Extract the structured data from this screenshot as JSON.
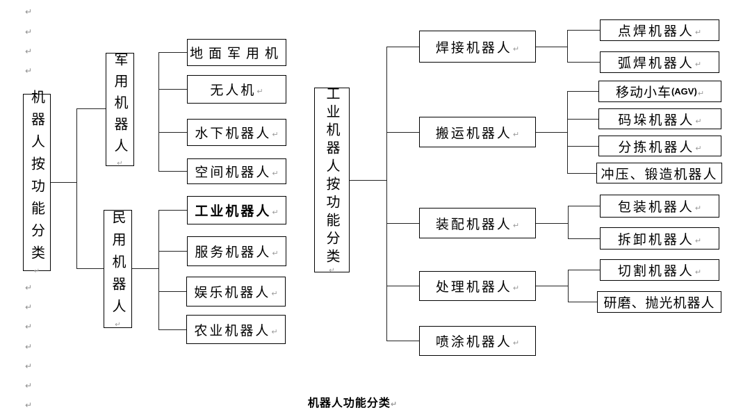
{
  "pilcrow": "↵",
  "caption": "机器人功能分类",
  "left_tree": {
    "root": "机器人按功能分类",
    "branches": [
      {
        "label": "军用机器人",
        "children": [
          "地面军用机",
          "无人机",
          "水下机器人",
          "空间机器人"
        ]
      },
      {
        "label": "民用机器人",
        "children": [
          "工业机器人",
          "服务机器人",
          "娱乐机器人",
          "农业机器人"
        ]
      }
    ]
  },
  "right_tree": {
    "root": "工业机器人按功能分类",
    "agv_suffix": "(AGV)",
    "branches": [
      {
        "label": "焊接机器人",
        "children": [
          "点焊机器人",
          "弧焊机器人"
        ]
      },
      {
        "label": "搬运机器人",
        "children": [
          "移动小车",
          "码垛机器人",
          "分拣机器人",
          "冲压、锻造机器人"
        ]
      },
      {
        "label": "装配机器人",
        "children": [
          "包装机器人",
          "拆卸机器人"
        ]
      },
      {
        "label": "处理机器人",
        "children": [
          "切割机器人",
          "研磨、抛光机器人"
        ]
      },
      {
        "label": "喷涂机器人",
        "children": []
      }
    ]
  }
}
